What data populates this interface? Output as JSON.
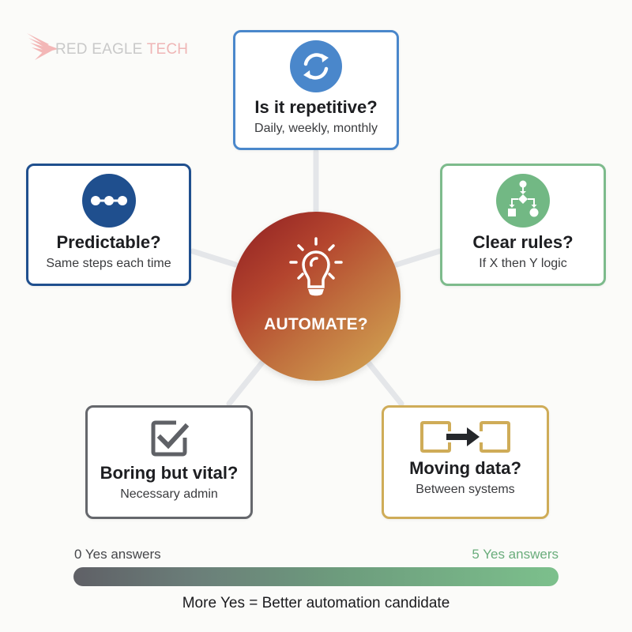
{
  "brand": {
    "name_part1": "RED EAGLE ",
    "name_part2": "TECH",
    "logo_icon": "eagle-wing-icon"
  },
  "hub": {
    "label": "AUTOMATE?",
    "icon": "lightbulb-icon",
    "gradient": [
      "#8e1e22",
      "#c0703e",
      "#d5ac55"
    ]
  },
  "criteria": [
    {
      "id": "repetitive",
      "title": "Is it repetitive?",
      "subtitle": "Daily, weekly, monthly",
      "icon": "refresh-cycle-icon",
      "color": "#4a87cb"
    },
    {
      "id": "predictable",
      "title": "Predictable?",
      "subtitle": "Same steps each time",
      "icon": "connected-dots-icon",
      "color": "#1f4f8e"
    },
    {
      "id": "rules",
      "title": "Clear rules?",
      "subtitle": "If X then Y logic",
      "icon": "flowchart-icon",
      "color": "#7dbb8c"
    },
    {
      "id": "boring",
      "title": "Boring but vital?",
      "subtitle": "Necessary admin",
      "icon": "checkbox-checked-icon",
      "color": "#65676c"
    },
    {
      "id": "moving",
      "title": "Moving data?",
      "subtitle": "Between systems",
      "icon": "data-transfer-icon",
      "color": "#cfac58"
    }
  ],
  "scale": {
    "min_label": "0 Yes answers",
    "max_label": "5 Yes answers",
    "min_color": "#5f6066",
    "max_color": "#7cc08c"
  },
  "caption": "More Yes = Better automation candidate"
}
